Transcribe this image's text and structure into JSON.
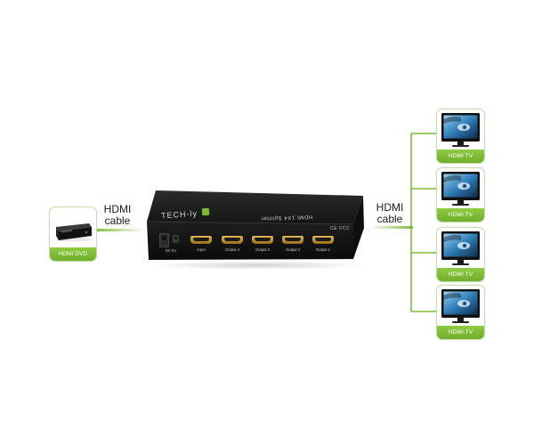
{
  "source_device": {
    "label": "HDMI DVD"
  },
  "left_cable": {
    "line1": "HDMI",
    "line2": "cable"
  },
  "right_cable": {
    "line1": "HDMI",
    "line2": "cable"
  },
  "splitter": {
    "brand": "TECH-ly",
    "model_text": "HDMI 1X4 Splitter",
    "cert_marks": "CE FCC",
    "power_label": "DC 5V",
    "ports": [
      {
        "label": "Input"
      },
      {
        "label": "Output 4"
      },
      {
        "label": "Output 3"
      },
      {
        "label": "Output 2"
      },
      {
        "label": "Output 1"
      }
    ]
  },
  "displays": [
    {
      "label": "HDMI TV"
    },
    {
      "label": "HDMI TV"
    },
    {
      "label": "HDMI TV"
    },
    {
      "label": "HDMI TV"
    }
  ],
  "colors": {
    "accent_green": "#7cbd36",
    "card_border": "#c9ddb2",
    "device_body": "#1c1c1c"
  }
}
